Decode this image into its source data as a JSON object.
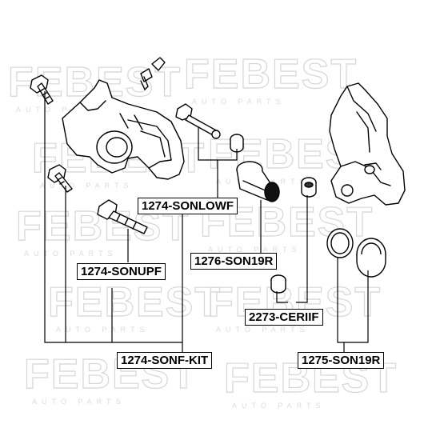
{
  "watermark": {
    "brand": "FEBEST",
    "sub": "AUTO PARTS"
  },
  "parts": [
    {
      "id": "1274-SONLOWF",
      "label": "1274-SONLOWF"
    },
    {
      "id": "1276-SON19R",
      "label": "1276-SON19R"
    },
    {
      "id": "1274-SONUPF",
      "label": "1274-SONUPF"
    },
    {
      "id": "2273-CERIIF",
      "label": "2273-CERIIF"
    },
    {
      "id": "1274-SONF-KIT",
      "label": "1274-SONF-KIT"
    },
    {
      "id": "1275-SON19R",
      "label": "1275-SON19R"
    }
  ]
}
